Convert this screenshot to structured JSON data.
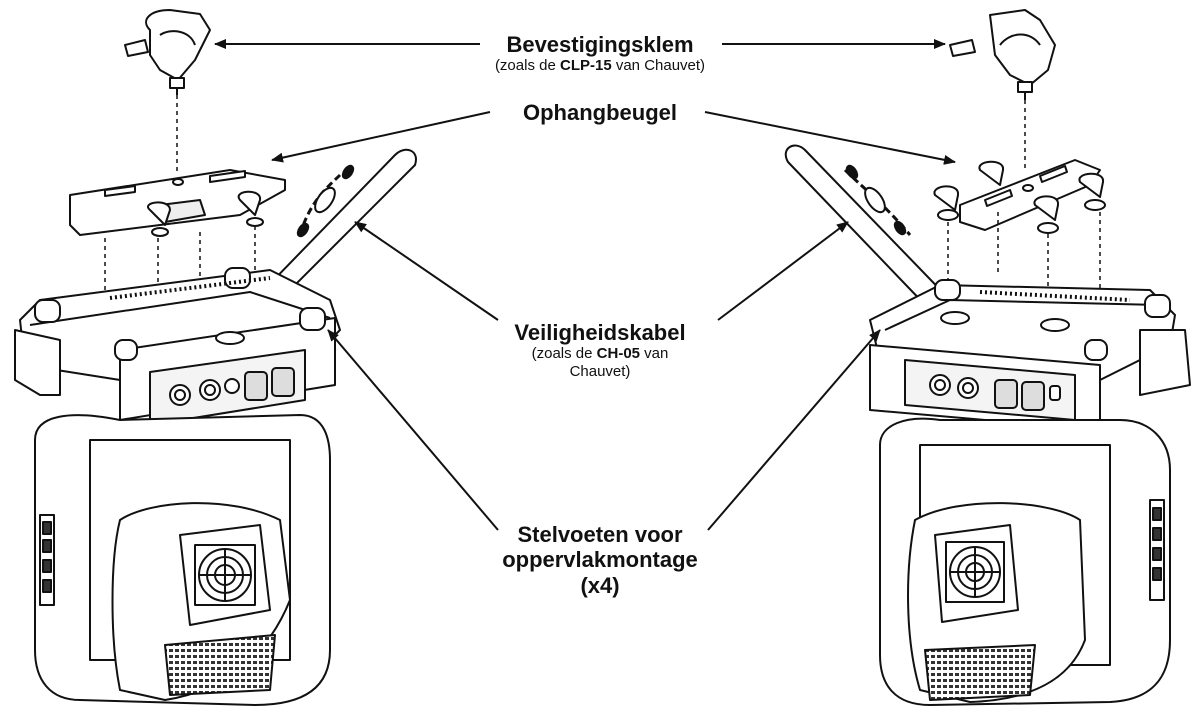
{
  "labels": {
    "clamp": {
      "title": "Bevestigingsklem",
      "sub_prefix": "(zoals de ",
      "sub_bold": "CLP-15",
      "sub_suffix": " van Chauvet)"
    },
    "bracket": {
      "title": "Ophangbeugel"
    },
    "safety": {
      "title": "Veiligheidskabel",
      "sub_line1_prefix": "(zoals de ",
      "sub_line1_bold": "CH-05",
      "sub_line1_suffix": " van",
      "sub_line2": "Chauvet)"
    },
    "feet": {
      "line1": "Stelvoeten voor",
      "line2": "oppervlakmontage",
      "line3": "(x4)"
    }
  },
  "colors": {
    "line": "#111111",
    "fixture_fill": "#ffffff",
    "shade": "#cfcfcf"
  },
  "icons": [
    "clamp-icon",
    "bracket-icon",
    "safety-cable-icon",
    "moving-head-fixture-icon",
    "fan-icon"
  ]
}
